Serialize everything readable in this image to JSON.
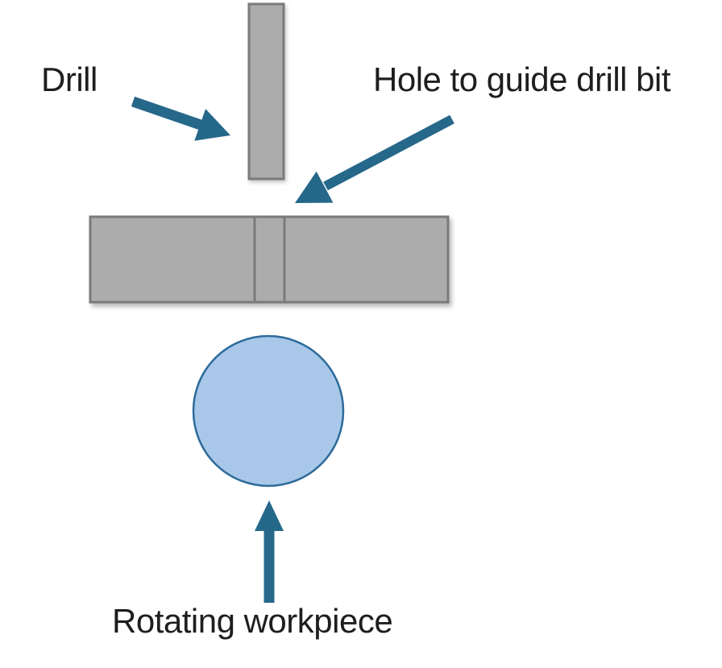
{
  "diagram": {
    "labels": {
      "drill": "Drill",
      "hole": "Hole to guide drill bit",
      "workpiece": "Rotating workpiece"
    },
    "shapes": {
      "drill_bit": "vertical gray rectangle",
      "guide_plate": "horizontal gray bar with narrow hole slot in middle",
      "workpiece": "light blue circle"
    },
    "colors": {
      "arrow": "#26688A",
      "shape_fill": "#ACACAC",
      "shape_border": "#7A7A7A",
      "workpiece_fill": "#A9C8E9",
      "workpiece_border": "#2D6B9A",
      "text": "#1E1E1E",
      "background": "#FFFFFF"
    }
  }
}
